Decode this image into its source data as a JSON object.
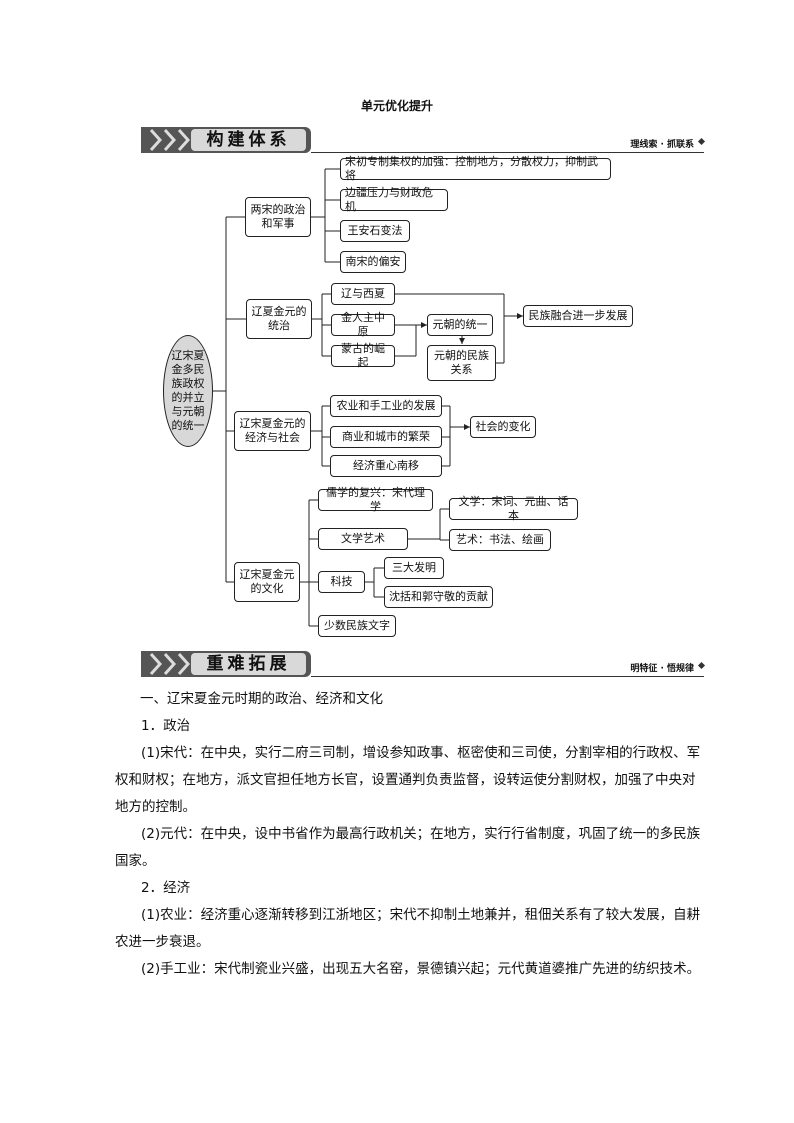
{
  "page_title": "单元优化提升",
  "section1": {
    "label": "构建体系",
    "tag": "理线索 · 抓联系"
  },
  "section2": {
    "label": "重难拓展",
    "tag": "明特征 · 悟规律"
  },
  "diagram": {
    "root": "辽宋夏金多民族政权的并立与元朝的统一",
    "b1": {
      "label": "两宋的政治和军事",
      "items": [
        "宋初专制集权的加强：控制地方，分散权力，抑制武将",
        "边疆压力与财政危机",
        "王安石变法",
        "南宋的偏安"
      ]
    },
    "b2": {
      "label": "辽夏金元的统治",
      "items": [
        "辽与西夏",
        "金人主中原",
        "蒙古的崛起"
      ],
      "mid": [
        "元朝的统一",
        "元朝的民族关系"
      ],
      "result": "民族融合进一步发展"
    },
    "b3": {
      "label": "辽宋夏金元的经济与社会",
      "items": [
        "农业和手工业的发展",
        "商业和城市的繁荣",
        "经济重心南移"
      ],
      "result": "社会的变化"
    },
    "b4": {
      "label": "辽宋夏金元的文化",
      "items": [
        "儒学的复兴：宋代理学",
        "文学艺术",
        "科技",
        "少数民族文字"
      ],
      "art": [
        "文学：宋词、元曲、话本",
        "艺术：书法、绘画"
      ],
      "tech": [
        "三大发明",
        "沈括和郭守敬的贡献"
      ]
    }
  },
  "body": {
    "heading": "一、辽宋夏金元时期的政治、经济和文化",
    "s1": "1．政治",
    "p1": "(1)宋代：在中央，实行二府三司制，增设参知政事、枢密使和三司使，分割宰相的行政权、军权和财权；在地方，派文官担任地方长官，设置通判负责监督，设转运使分割财权，加强了中央对地方的控制。",
    "p2": "(2)元代：在中央，设中书省作为最高行政机关；在地方，实行行省制度，巩固了统一的多民族国家。",
    "s2": "2．经济",
    "p3": "(1)农业：经济重心逐渐转移到江浙地区；宋代不抑制土地兼并，租佃关系有了较大发展，自耕农进一步衰退。",
    "p4": "(2)手工业：宋代制瓷业兴盛，出现五大名窑，景德镇兴起；元代黄道婆推广先进的纺织技术。"
  }
}
